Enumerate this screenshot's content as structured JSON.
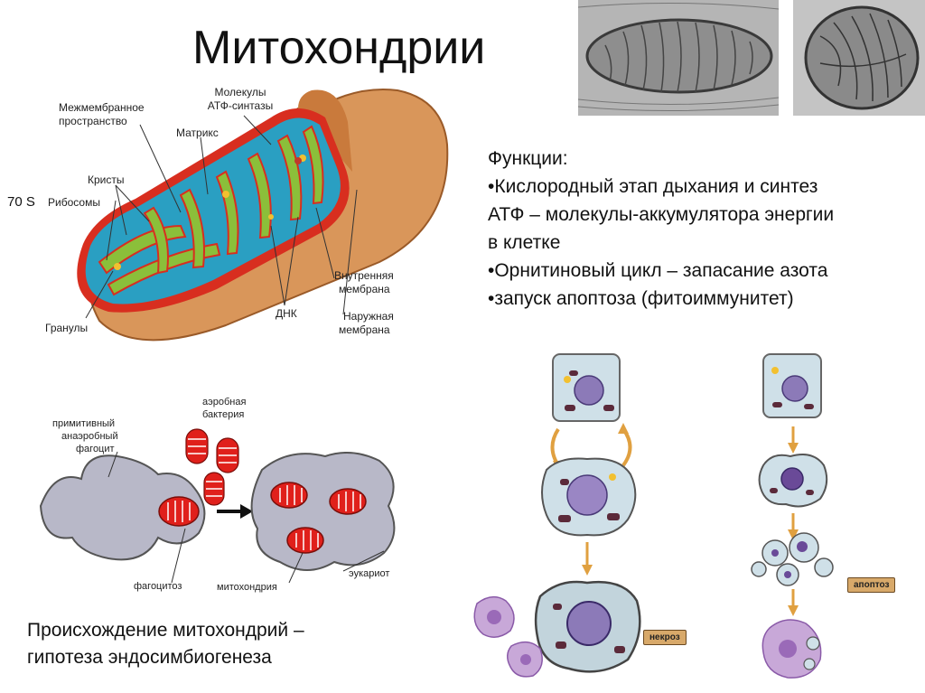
{
  "title": "Митохондрии",
  "functions": {
    "heading": "Функции:",
    "lines": [
      "•Кислородный этап дыхания и синтез",
      "АТФ – молекулы-аккумулятора энергии",
      "в клетке",
      "•Орнитиновый цикл – запасание азота",
      "•запуск апоптоза (фитоиммунитет)"
    ]
  },
  "mito_diagram": {
    "intermembrane_1": "Межмембранное",
    "intermembrane_2": "пространство",
    "atp_synthase_1": "Молекулы",
    "atp_synthase_2": "АТФ-синтазы",
    "matrix": "Матрикс",
    "cristae": "Кристы",
    "ribosomes": "Рибосомы",
    "ribosome_size": "70 S",
    "granules": "Гранулы",
    "dna": "ДНК",
    "inner_membrane_1": "Внутренняя",
    "inner_membrane_2": "мембрана",
    "outer_membrane_1": "Наружная",
    "outer_membrane_2": "мембрана"
  },
  "endosymbiosis": {
    "phagocyte_1": "примитивный",
    "phagocyte_2": "анаэробный",
    "phagocyte_3": "фагоцит",
    "bacterium_1": "аэробная",
    "bacterium_2": "бактерия",
    "phagocytosis": "фагоцитоз",
    "mitochondrion": "митохондрия",
    "eukaryote": "эукариот"
  },
  "origin_caption": {
    "line1": "Происхождение митохондрий –",
    "line2": "гипотеза эндосимбиогенеза"
  },
  "cell_death": {
    "necrosis": "некроз",
    "apoptosis": "апоптоз"
  },
  "colors": {
    "outer_membrane": "#d9965a",
    "matrix": "#2a9fc2",
    "cristae": "#8bbf3a",
    "membrane_red": "#d82e1f",
    "cell_gray": "#b8b8c8",
    "mito_red": "#e0201b",
    "arrow_orange": "#e0a040"
  }
}
